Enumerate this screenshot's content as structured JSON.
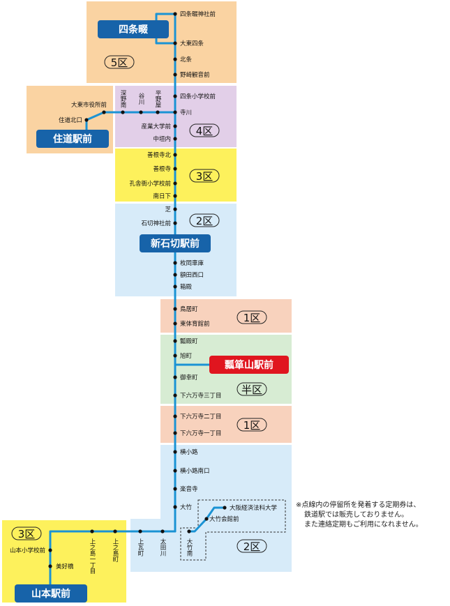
{
  "colors": {
    "line": "#1b93d4",
    "stop": "#111111",
    "zone5": "#fad3a2",
    "zone4": "#e2cfe8",
    "zone3": "#fdf15c",
    "zone2": "#d7ebf9",
    "zone1": "#f8d2bd",
    "zoneHalf": "#d7ecd3",
    "hub": "#1763a9",
    "hubActive": "#e0151f"
  },
  "zones": {
    "z5": "5区",
    "z4": "4区",
    "z3": "3区",
    "z2": "2区",
    "z1a": "1区",
    "zhalf": "半区",
    "z1b": "1区",
    "z2b": "2区",
    "z3b": "3区"
  },
  "hubs": {
    "shijonawate": "四条畷",
    "sumidou": "住道駅前",
    "shinishikiri": "新石切駅前",
    "hyotanyama": "瓢箪山駅前",
    "yamamoto": "山本駅前"
  },
  "stations": {
    "s01": "四条畷神社前",
    "s02": "大東四条",
    "s03": "北条",
    "s04": "野崎観音前",
    "s05": "四条小学校前",
    "s06": "寺川",
    "s07": "産業大学前",
    "s08": "中垣内",
    "s09": "善根寺北",
    "s10": "善根寺",
    "s11": "孔舎衙小学校前",
    "s12": "南日下",
    "s13": "芝",
    "s14": "石切神社前",
    "s15": "枚岡車庫",
    "s16": "額田西口",
    "s17": "箱殿",
    "s18": "鳥居町",
    "s19": "東体育館前",
    "s20": "瓢殿町",
    "s21": "旭町",
    "s22": "御幸町",
    "s23": "下六万寺三丁目",
    "s24": "下六万寺二丁目",
    "s25": "下六万寺一丁目",
    "s26": "横小路",
    "s27": "横小路南口",
    "s28": "楽音寺",
    "s29": "大竹",
    "s30": "大阪経済法科大学",
    "s31": "大竹会館前",
    "s32": "大竹南",
    "s33": "太田川",
    "s34": "上瓦町",
    "s35": "上之島町",
    "s36": "上之島一丁目",
    "s37": "美好橋",
    "s38": "山本小学校前",
    "b1": "平野屋",
    "b2": "谷川",
    "b3": "深野南",
    "b4": "大東市役所前",
    "b5": "住道北口"
  },
  "note": {
    "line1": "※点線内の停留所を発着する定期券は、",
    "line2": "鉄道駅では販売しておりません。",
    "line3": "また連絡定期もご利用になれません。"
  }
}
